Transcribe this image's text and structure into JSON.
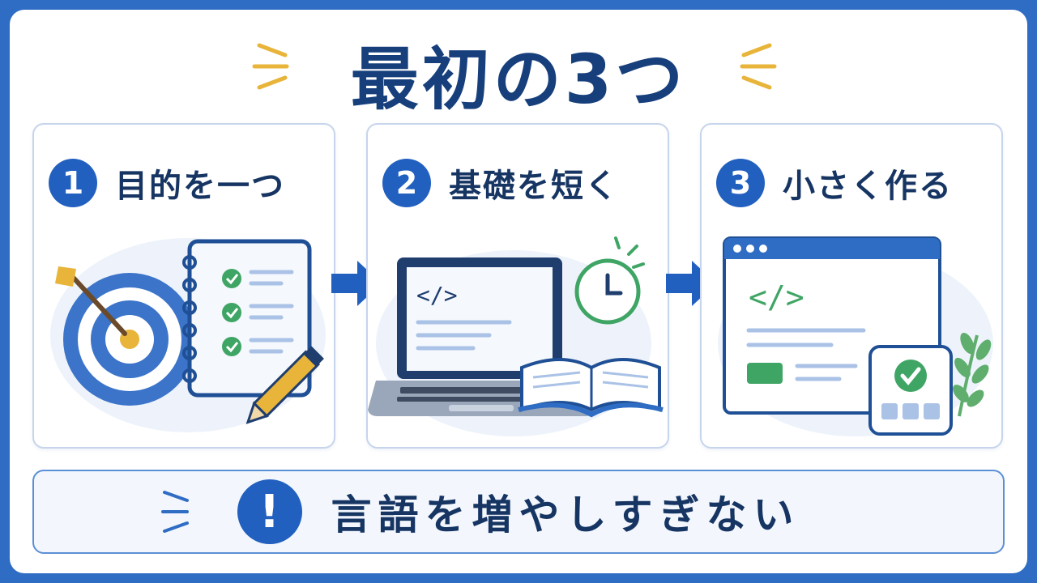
{
  "title": "最初の3つ",
  "steps": [
    {
      "number": "1",
      "label": "目的を一つ",
      "icon": "target-checklist-icon"
    },
    {
      "number": "2",
      "label": "基礎を短く",
      "icon": "laptop-book-clock-icon"
    },
    {
      "number": "3",
      "label": "小さく作る",
      "icon": "browser-window-check-icon"
    }
  ],
  "warning": {
    "mark": "!",
    "text": "言語を増やしすぎない"
  },
  "colors": {
    "primary": "#2260c0",
    "navy": "#163f7c",
    "accent_yellow": "#e8b43a",
    "accent_green": "#3fa565",
    "frame_blue": "#2f6cc4"
  }
}
